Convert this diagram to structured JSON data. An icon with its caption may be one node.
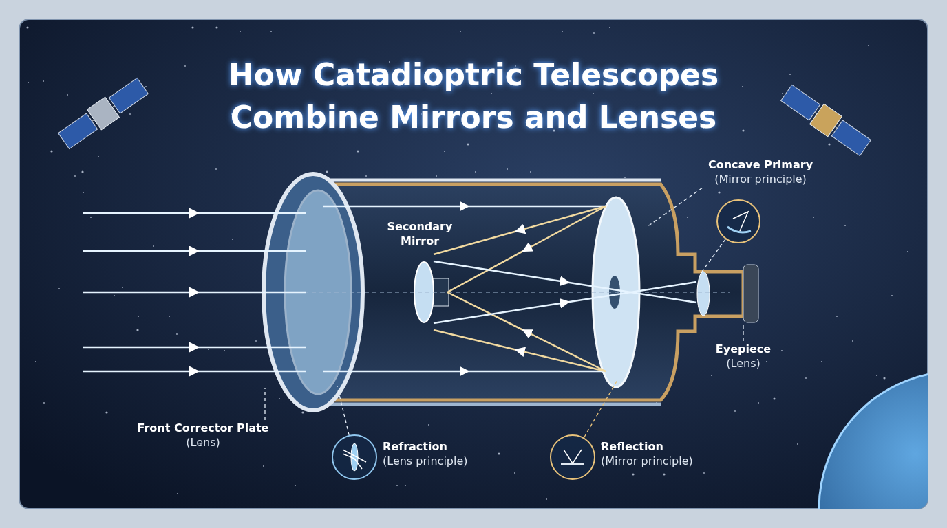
{
  "diagram": {
    "title": "How Catadioptric Telescopes Combine Mirrors and Lenses",
    "nodes": [
      {
        "text": [
          "Front Corrector Plate",
          "(Lens)"
        ]
      },
      {
        "text": [],
        "shape": "circle",
        "beside": [
          "Refraction",
          "(Lens principle)"
        ]
      },
      {
        "text": [],
        "shape": "circle",
        "beside": [
          "Reflection",
          "(Mirror principle)"
        ]
      },
      {
        "text": [
          "Concave Primary",
          "(Mirror principle)"
        ]
      },
      {
        "text": [],
        "shape": "circle"
      },
      {
        "text": [
          "Eyepiece",
          "(Lens)"
        ]
      }
    ],
    "edges": [
      {
        "from": 0,
        "to": null,
        "arrow": "none",
        "style": "dashed"
      },
      {
        "from": 1,
        "to": null,
        "arrow": "none",
        "style": "dashed"
      },
      {
        "from": 2,
        "to": null,
        "arrow": "none",
        "style": "dashed",
        "color": "#e8c27a"
      },
      {
        "from": 3,
        "to": null,
        "arrow": "none",
        "style": "dashed"
      },
      {
        "from": 4,
        "to": null,
        "arrow": "none",
        "style": "dashed"
      },
      {
        "from": 5,
        "to": null,
        "arrow": "none",
        "style": "dashed"
      }
    ],
    "labels": [
      "Secondary Mirror"
    ]
  }
}
